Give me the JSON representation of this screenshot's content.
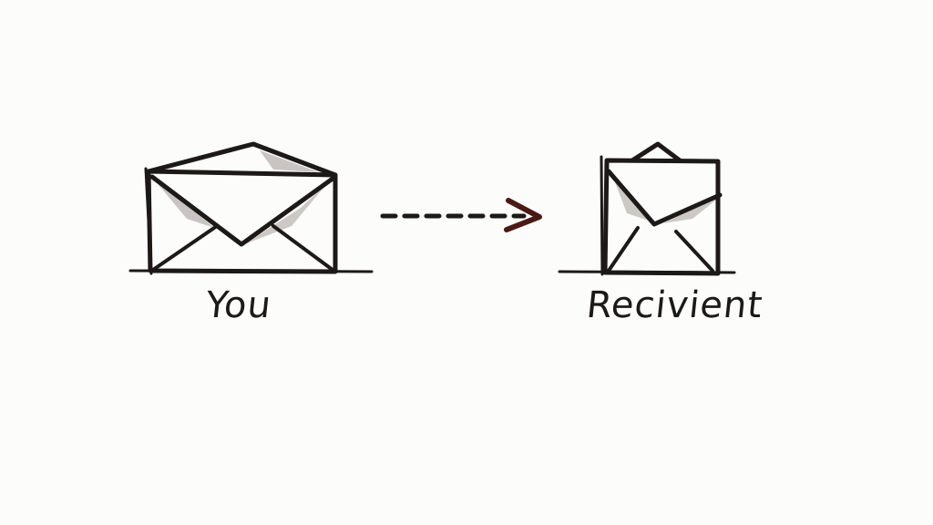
{
  "nodes": {
    "sender": {
      "label": "You",
      "icon": "envelope-open-icon"
    },
    "recipient": {
      "label": "Recivient",
      "icon": "envelope-open-icon"
    }
  },
  "connector": {
    "style": "dashed",
    "icon": "arrow-right-icon",
    "arrowhead_color": "#4a1a14"
  },
  "colors": {
    "ink": "#1c1917",
    "shadow": "#b8b2ad",
    "background": "#fcfcfb"
  }
}
